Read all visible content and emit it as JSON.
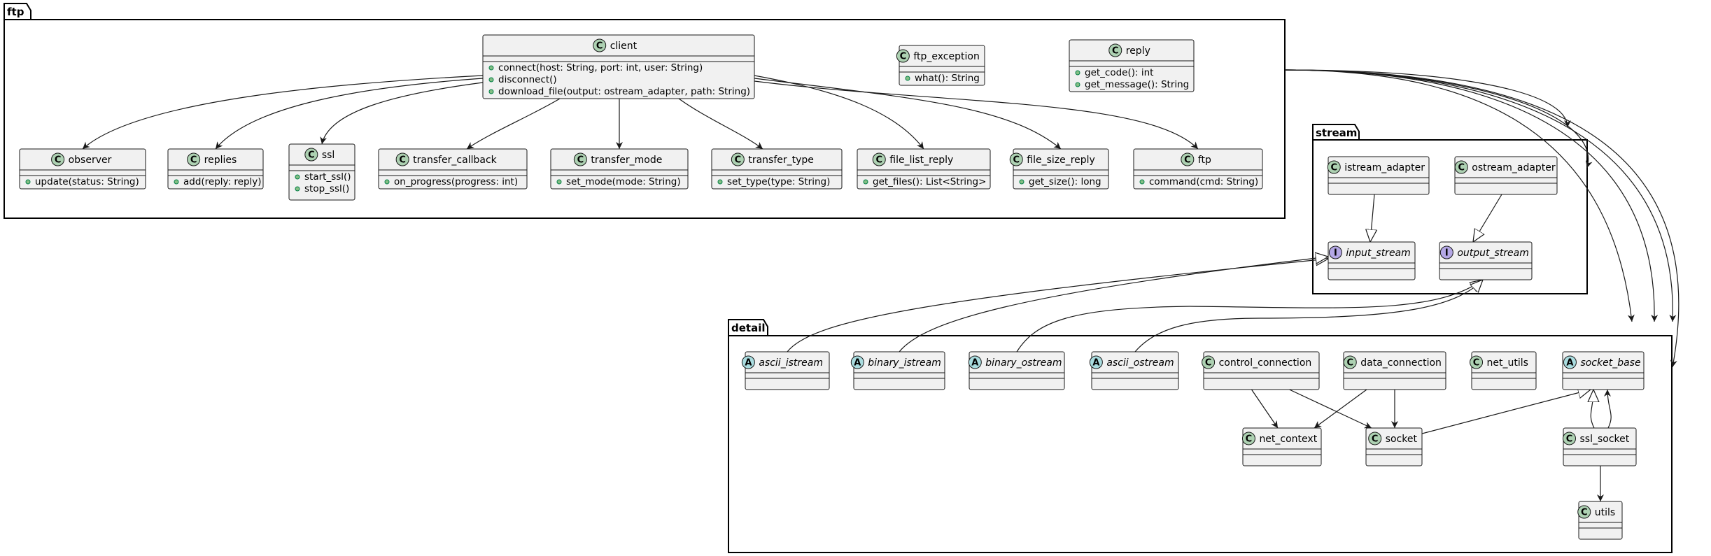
{
  "packages": {
    "ftp": {
      "name": "ftp"
    },
    "stream": {
      "name": "stream"
    },
    "detail": {
      "name": "detail"
    }
  },
  "badge_colors": {
    "class": "#add1b2",
    "abstract": "#a9dcdf",
    "interface": "#b4a7e5"
  },
  "classes": {
    "client": {
      "name": "client",
      "kind": "C",
      "members": [
        "connect(host: String, port: int, user: String)",
        "disconnect()",
        "download_file(output: ostream_adapter, path: String)"
      ]
    },
    "ftp_exception": {
      "name": "ftp_exception",
      "kind": "C",
      "members": [
        "what(): String"
      ]
    },
    "reply": {
      "name": "reply",
      "kind": "C",
      "members": [
        "get_code(): int",
        "get_message(): String"
      ]
    },
    "observer": {
      "name": "observer",
      "kind": "C",
      "members": [
        "update(status: String)"
      ]
    },
    "replies": {
      "name": "replies",
      "kind": "C",
      "members": [
        "add(reply: reply)"
      ]
    },
    "ssl": {
      "name": "ssl",
      "kind": "C",
      "members": [
        "start_ssl()",
        "stop_ssl()"
      ]
    },
    "transfer_callback": {
      "name": "transfer_callback",
      "kind": "C",
      "members": [
        "on_progress(progress: int)"
      ]
    },
    "transfer_mode": {
      "name": "transfer_mode",
      "kind": "C",
      "members": [
        "set_mode(mode: String)"
      ]
    },
    "transfer_type": {
      "name": "transfer_type",
      "kind": "C",
      "members": [
        "set_type(type: String)"
      ]
    },
    "file_list_reply": {
      "name": "file_list_reply",
      "kind": "C",
      "members": [
        "get_files(): List<String>"
      ]
    },
    "file_size_reply": {
      "name": "file_size_reply",
      "kind": "C",
      "members": [
        "get_size(): long"
      ]
    },
    "ftp": {
      "name": "ftp",
      "kind": "C",
      "members": [
        "command(cmd: String)"
      ]
    },
    "istream_adapter": {
      "name": "istream_adapter",
      "kind": "C",
      "members": []
    },
    "ostream_adapter": {
      "name": "ostream_adapter",
      "kind": "C",
      "members": []
    },
    "input_stream": {
      "name": "input_stream",
      "kind": "I",
      "members": []
    },
    "output_stream": {
      "name": "output_stream",
      "kind": "I",
      "members": []
    },
    "ascii_istream": {
      "name": "ascii_istream",
      "kind": "A",
      "members": []
    },
    "binary_istream": {
      "name": "binary_istream",
      "kind": "A",
      "members": []
    },
    "binary_ostream": {
      "name": "binary_ostream",
      "kind": "A",
      "members": []
    },
    "ascii_ostream": {
      "name": "ascii_ostream",
      "kind": "A",
      "members": []
    },
    "control_connection": {
      "name": "control_connection",
      "kind": "C",
      "members": []
    },
    "data_connection": {
      "name": "data_connection",
      "kind": "C",
      "members": []
    },
    "net_utils": {
      "name": "net_utils",
      "kind": "C",
      "members": []
    },
    "socket_base": {
      "name": "socket_base",
      "kind": "A",
      "members": []
    },
    "net_context": {
      "name": "net_context",
      "kind": "C",
      "members": []
    },
    "socket": {
      "name": "socket",
      "kind": "C",
      "members": []
    },
    "ssl_socket": {
      "name": "ssl_socket",
      "kind": "C",
      "members": []
    },
    "utils": {
      "name": "utils",
      "kind": "C",
      "members": []
    }
  },
  "relations": [
    {
      "from": "client",
      "to": "observer",
      "type": "association"
    },
    {
      "from": "client",
      "to": "replies",
      "type": "association"
    },
    {
      "from": "client",
      "to": "ssl",
      "type": "association"
    },
    {
      "from": "client",
      "to": "transfer_callback",
      "type": "association"
    },
    {
      "from": "client",
      "to": "transfer_mode",
      "type": "association"
    },
    {
      "from": "client",
      "to": "transfer_type",
      "type": "association"
    },
    {
      "from": "client",
      "to": "file_list_reply",
      "type": "association"
    },
    {
      "from": "client",
      "to": "file_size_reply",
      "type": "association"
    },
    {
      "from": "client",
      "to": "ftp",
      "type": "association"
    },
    {
      "from": "istream_adapter",
      "to": "input_stream",
      "type": "realization"
    },
    {
      "from": "ostream_adapter",
      "to": "output_stream",
      "type": "realization"
    },
    {
      "from": "ascii_istream",
      "to": "input_stream",
      "type": "realization"
    },
    {
      "from": "binary_istream",
      "to": "input_stream",
      "type": "realization"
    },
    {
      "from": "binary_ostream",
      "to": "output_stream",
      "type": "realization"
    },
    {
      "from": "ascii_ostream",
      "to": "output_stream",
      "type": "realization"
    },
    {
      "from": "control_connection",
      "to": "net_context",
      "type": "association"
    },
    {
      "from": "control_connection",
      "to": "socket",
      "type": "association"
    },
    {
      "from": "data_connection",
      "to": "net_context",
      "type": "association"
    },
    {
      "from": "data_connection",
      "to": "socket",
      "type": "association"
    },
    {
      "from": "socket",
      "to": "socket_base",
      "type": "inheritance"
    },
    {
      "from": "ssl_socket",
      "to": "socket_base",
      "type": "inheritance"
    },
    {
      "from": "ssl_socket",
      "to": "socket_base",
      "type": "association"
    },
    {
      "from": "ssl_socket",
      "to": "utils",
      "type": "association"
    },
    {
      "from": "ftp",
      "to": "stream",
      "type": "association"
    },
    {
      "from": "ftp",
      "to": "detail",
      "type": "association"
    }
  ]
}
